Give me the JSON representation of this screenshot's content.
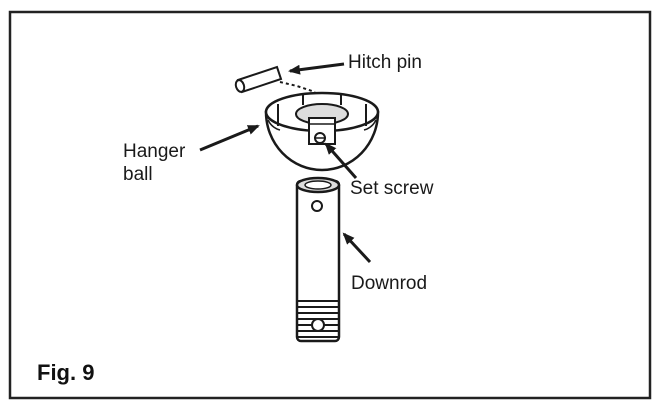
{
  "figure": {
    "label": "Fig. 9"
  },
  "parts": {
    "hitch_pin": "Hitch pin",
    "hanger_ball_line1": "Hanger",
    "hanger_ball_line2": "ball",
    "set_screw": "Set screw",
    "downrod": "Downrod"
  },
  "colors": {
    "line": "#1a1a1a",
    "frame": "#222222",
    "background": "#ffffff",
    "shade": "#dddddd"
  }
}
